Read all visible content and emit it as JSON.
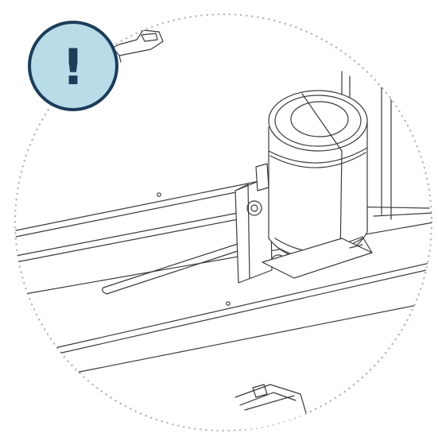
{
  "figure": {
    "kind": "technical-line-drawing",
    "subject": "motor-with-threaded-rod-on-rail",
    "frame": "dotted-circle"
  },
  "warning_badge": {
    "icon": "exclamation-icon",
    "glyph": "!",
    "fill_color": "#b9dce9",
    "stroke_color": "#1c3d5a"
  },
  "colors": {
    "line": "#3a3a3a",
    "frame_dots": "#b5b5b5",
    "background": "#ffffff"
  }
}
